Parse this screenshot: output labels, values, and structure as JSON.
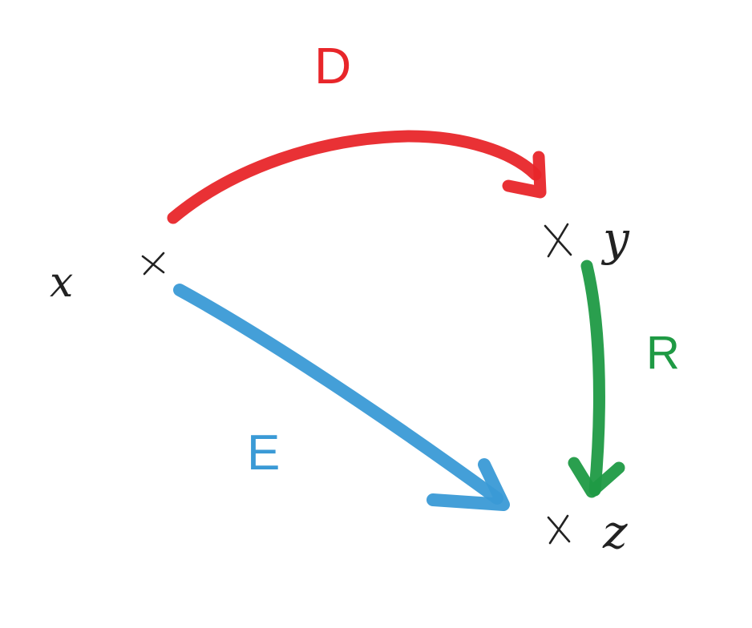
{
  "nodes": [
    {
      "id": "x",
      "label": "x"
    },
    {
      "id": "y",
      "label": "y"
    },
    {
      "id": "z",
      "label": "z"
    }
  ],
  "edges": [
    {
      "id": "D",
      "label": "D",
      "from": "x",
      "to": "y",
      "color": "#e8262a"
    },
    {
      "id": "E",
      "label": "E",
      "from": "x",
      "to": "z",
      "color": "#3a9ad6"
    },
    {
      "id": "R",
      "label": "R",
      "from": "y",
      "to": "z",
      "color": "#1f9a44"
    }
  ],
  "colors": {
    "background": "#ffffff",
    "ink": "#222222"
  }
}
